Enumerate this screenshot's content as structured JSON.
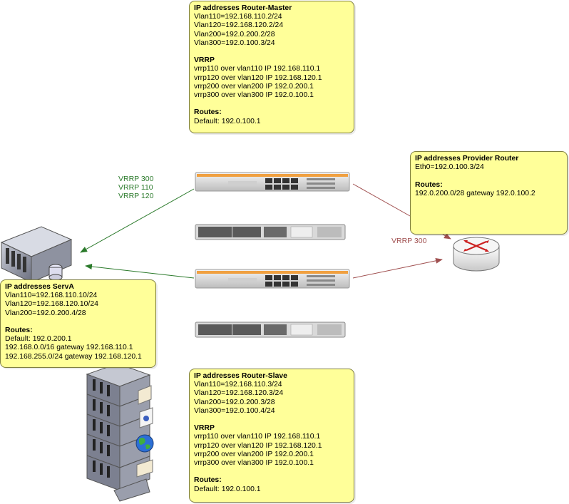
{
  "master": {
    "title": "IP addresses Router-Master",
    "lines": [
      "Vlan110=192.168.110.2/24",
      "Vlan120=192.168.120.2/24",
      "Vlan200=192.0.200.2/28",
      "Vlan300=192.0.100.3/24"
    ],
    "vrrp_title": "VRRP",
    "vrrp": [
      "vrrp110 over vlan110 IP 192.168.110.1",
      "vrrp120 over vlan120 IP 192.168.120.1",
      "vrrp200 over vlan200 IP 192.0.200.1",
      "vrrp300 over vlan300 IP 192.0.100.1"
    ],
    "routes_title": "Routes:",
    "routes": [
      "Default: 192.0.100.1"
    ]
  },
  "provider": {
    "title": "IP addresses Provider Router",
    "lines": [
      "Eth0=192.0.100.3/24"
    ],
    "routes_title": "Routes:",
    "routes": [
      "192.0.200.0/28 gateway 192.0.100.2"
    ]
  },
  "serva": {
    "title": "IP addresses ServA",
    "lines": [
      "Vlan110=192.168.110.10/24",
      "Vlan120=192.168.120.10/24",
      "Vlan200=192.0.200.4/28"
    ],
    "routes_title": "Routes:",
    "routes": [
      "Default: 192.0.200.1",
      "192.168.0.0/16 gateway 192.168.110.1",
      "192.168.255.0/24 gateway 192.168.120.1"
    ]
  },
  "slave": {
    "title": "IP addresses Router-Slave",
    "lines": [
      "Vlan110=192.168.110.3/24",
      "Vlan120=192.168.120.3/24",
      "Vlan200=192.0.200.3/28",
      "Vlan300=192.0.100.4/24"
    ],
    "vrrp_title": "VRRP",
    "vrrp": [
      "vrrp110 over vlan110 IP 192.168.110.1",
      "vrrp120 over vlan120 IP 192.168.120.1",
      "vrrp200 over vlan200 IP 192.0.200.1",
      "vrrp300 over vlan300 IP 192.0.100.1"
    ],
    "routes_title": "Routes:",
    "routes": [
      "Default: 192.0.100.1"
    ]
  },
  "labels": {
    "green": [
      "VRRP 300",
      "VRRP 110",
      "VRRP 120"
    ],
    "red": "VRRP 300"
  },
  "colors": {
    "note_fill": "#ffff99",
    "green_link": "#2b7a2b",
    "red_link": "#a05050"
  },
  "icons": [
    "server-icon",
    "switch-icon",
    "router-icon",
    "server-rack-icon",
    "globe-icon",
    "folder-icon"
  ]
}
